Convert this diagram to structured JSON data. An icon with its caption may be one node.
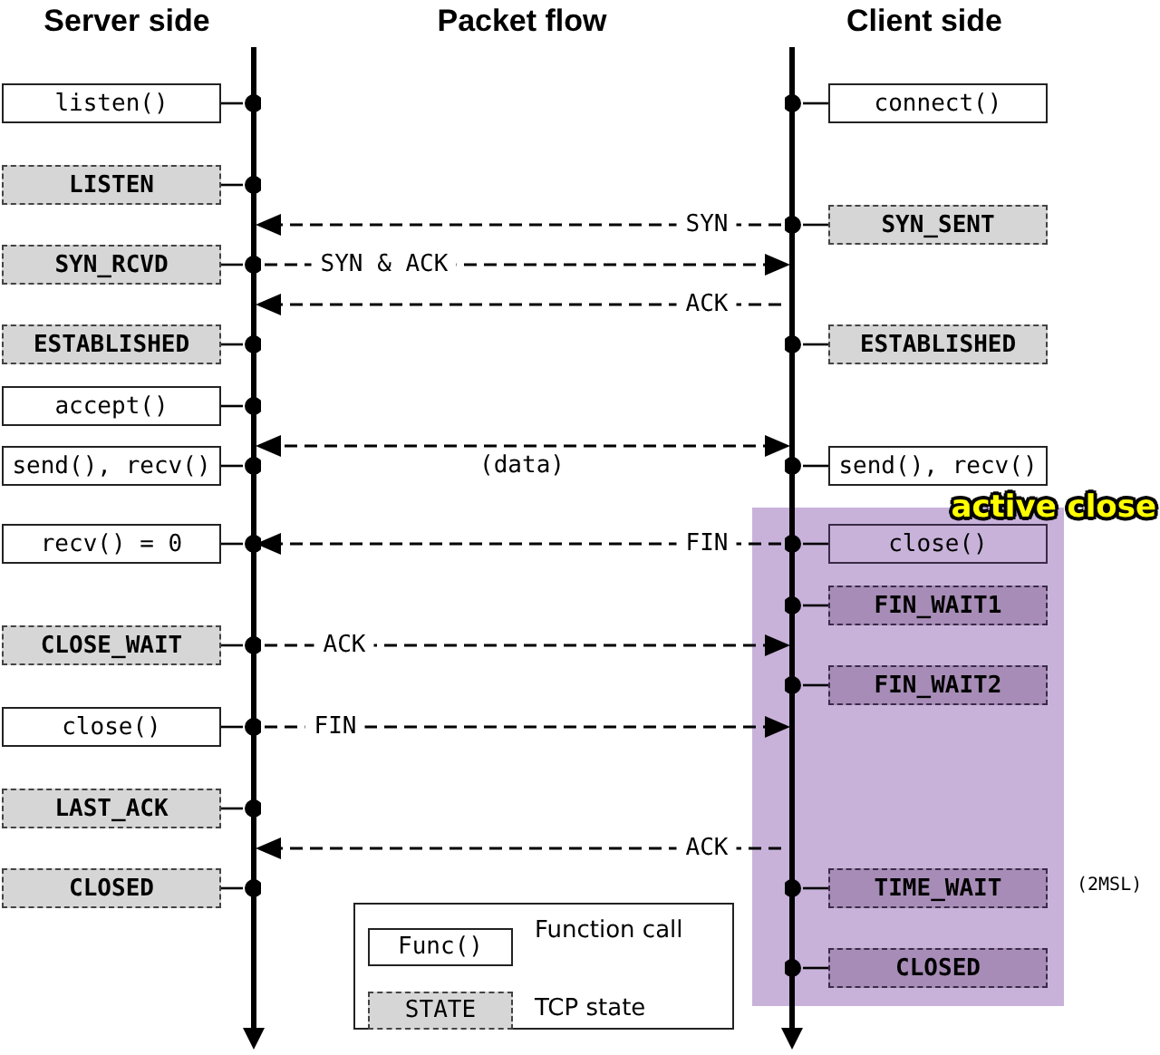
{
  "diagram": {
    "nodes": [
      {
        "text": [],
        "shape": "line"
      },
      {
        "text": [],
        "shape": "line"
      },
      {
        "text": [
          "listen()"
        ]
      },
      {
        "text": [
          "connect()"
        ]
      },
      {
        "text": [
          "LISTEN"
        ]
      },
      {
        "text": [
          "SYN_SENT"
        ]
      },
      {
        "text": [
          "SYN_RCVD"
        ]
      },
      {
        "text": [
          "ESTABLISHED"
        ]
      },
      {
        "text": [
          "ESTABLISHED"
        ]
      },
      {
        "text": [
          "accept()"
        ]
      },
      {
        "text": [
          "send(), recv()"
        ]
      },
      {
        "text": [
          "send(), recv()"
        ]
      },
      {
        "text": [
          "recv() = 0"
        ]
      },
      {
        "text": [
          "active close"
        ]
      },
      {
        "text": [
          "close()"
        ],
        "in": 13
      },
      {
        "text": [
          "FIN_WAIT1"
        ],
        "in": 13
      },
      {
        "text": [
          "CLOSE_WAIT"
        ]
      },
      {
        "text": [
          "FIN_WAIT2"
        ],
        "in": 13
      },
      {
        "text": [
          "close()"
        ]
      },
      {
        "text": [
          "LAST_ACK"
        ]
      },
      {
        "text": [
          "CLOSED"
        ]
      },
      {
        "text": [
          "TIME_WAIT"
        ],
        "in": 13,
        "beside": [
          "(2MSL)"
        ]
      },
      {
        "text": [
          "CLOSED"
        ],
        "in": 13
      }
    ],
    "edges": [
      {
        "from": 2,
        "to": 0,
        "arrow": "other"
      },
      {
        "from": 3,
        "to": 1,
        "arrow": "other"
      },
      {
        "from": 4,
        "to": 0,
        "arrow": "other"
      },
      {
        "from": 5,
        "to": 1,
        "arrow": "other"
      },
      {
        "from": 6,
        "to": 0,
        "arrow": "other"
      },
      {
        "from": 7,
        "to": 0,
        "arrow": "other"
      },
      {
        "from": 8,
        "to": 1,
        "arrow": "other"
      },
      {
        "from": 9,
        "to": 0,
        "arrow": "other"
      },
      {
        "from": 10,
        "to": 0,
        "arrow": "other"
      },
      {
        "from": 11,
        "to": 1,
        "arrow": "other"
      },
      {
        "from": 12,
        "to": 0,
        "arrow": "other"
      },
      {
        "from": 14,
        "to": 1,
        "arrow": "other"
      },
      {
        "from": 15,
        "to": 1,
        "arrow": "other"
      },
      {
        "from": 16,
        "to": 0,
        "arrow": "other"
      },
      {
        "from": 17,
        "to": 1,
        "arrow": "other"
      },
      {
        "from": 18,
        "to": 0,
        "arrow": "other"
      },
      {
        "from": 19,
        "to": 0,
        "arrow": "other"
      },
      {
        "from": 20,
        "to": 0,
        "arrow": "other"
      },
      {
        "from": 21,
        "to": 1,
        "arrow": "other"
      },
      {
        "from": 22,
        "to": 1,
        "arrow": "other"
      },
      {
        "from": 1,
        "to": 0,
        "arrow": "to",
        "label": "SYN",
        "style": "dashed"
      },
      {
        "from": 0,
        "to": 1,
        "arrow": "to",
        "label": "SYN & ACK",
        "style": "dashed"
      },
      {
        "from": 1,
        "to": 0,
        "arrow": "to",
        "label": "ACK",
        "style": "dashed"
      },
      {
        "from": 0,
        "to": 1,
        "arrow": "both",
        "label": "(data)",
        "style": "dashed"
      },
      {
        "from": 1,
        "to": 0,
        "arrow": "to",
        "label": "FIN",
        "style": "dashed"
      },
      {
        "from": 0,
        "to": 1,
        "arrow": "to",
        "label": "ACK",
        "style": "dashed"
      },
      {
        "from": 0,
        "to": 1,
        "arrow": "to",
        "label": "FIN",
        "style": "dashed"
      },
      {
        "from": 1,
        "to": 0,
        "arrow": "to",
        "label": "ACK",
        "style": "dashed"
      }
    ],
    "labels": [
      "Server side",
      "Packet flow",
      "Client side",
      "Func()",
      "STATE"
    ],
    "legend": [
      {
        "text": "Function call"
      },
      {
        "text": "TCP state"
      }
    ]
  }
}
